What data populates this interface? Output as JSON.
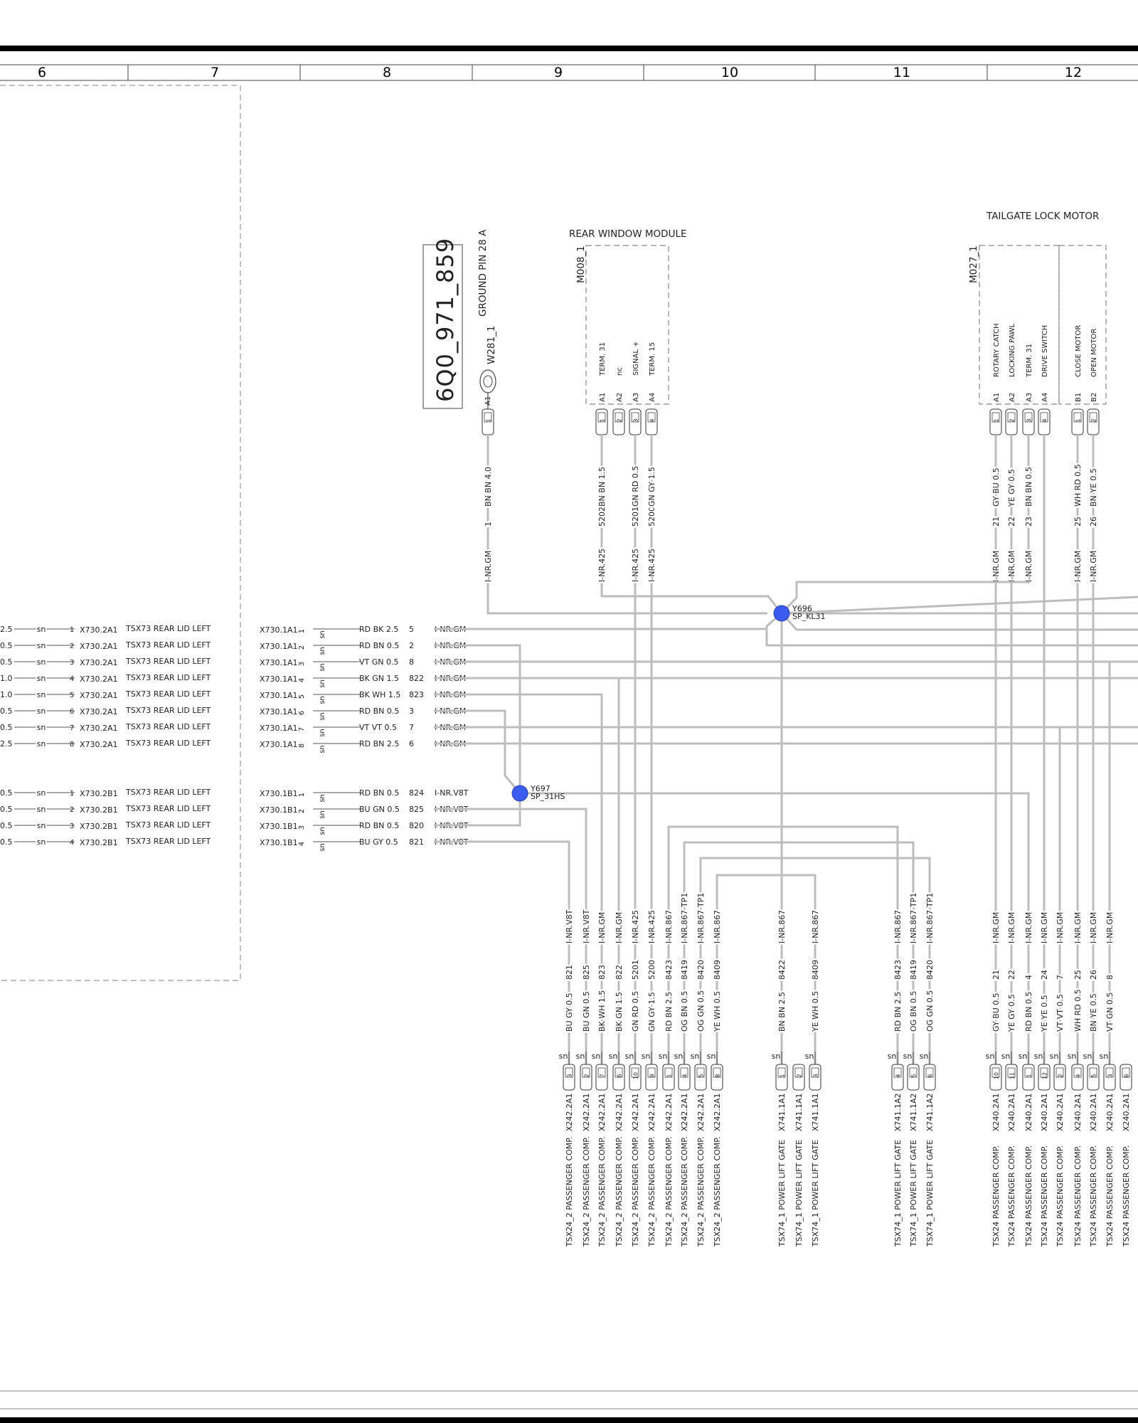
{
  "columns": [
    "6",
    "7",
    "8",
    "9",
    "10",
    "11",
    "12"
  ],
  "part_number": "6Q0_971_859",
  "ground": {
    "title": "GROUND PIN 28 A",
    "ref": "W281_1",
    "pin": "A1",
    "pin_num": "1",
    "wire": [
      "1",
      "BN BN 4.0"
    ],
    "net": "I-NR.GM"
  },
  "rear_window_module": {
    "title": "REAR WINDOW MODULE",
    "ref": "M008_1",
    "pins": [
      {
        "pin": "A1",
        "num": "1",
        "function": "TERM. 31",
        "wire": [
          "5202",
          "BN BN 1.5"
        ],
        "net": "I-NR.425"
      },
      {
        "pin": "A2",
        "num": "2",
        "function": "nc",
        "wire": null,
        "net": ""
      },
      {
        "pin": "A3",
        "num": "3",
        "function": "SIGNAL +",
        "wire": [
          "5201",
          "GN RD 0.5"
        ],
        "net": "I-NR.425"
      },
      {
        "pin": "A4",
        "num": "4",
        "function": "TERM. 15",
        "wire": [
          "5200",
          "GN GY 1.5"
        ],
        "net": "I-NR.425"
      }
    ]
  },
  "tailgate_lock_motor": {
    "title": "TAILGATE LOCK MOTOR",
    "ref": "M027_1",
    "pins": [
      {
        "pin": "A1",
        "num": "1",
        "function": "ROTARY CATCH",
        "wire": [
          "21",
          "GY BU 0.5"
        ],
        "net": "I-NR.GM"
      },
      {
        "pin": "A2",
        "num": "2",
        "function": "LOCKING PAWL",
        "wire": [
          "22",
          "YE GY 0.5"
        ],
        "net": "I-NR.GM"
      },
      {
        "pin": "A3",
        "num": "3",
        "function": "TERM. 31",
        "wire": [
          "23",
          "BN BN 0.5"
        ],
        "net": "I-NR.GM"
      },
      {
        "pin": "A4",
        "num": "4",
        "function": "DRIVE SWITCH",
        "wire": null,
        "net": ""
      },
      {
        "pin": "B1",
        "num": "1",
        "function": "CLOSE MOTOR",
        "wire": [
          "25",
          "WH RD 0.5"
        ],
        "net": "I-NR.GM"
      },
      {
        "pin": "B2",
        "num": "2",
        "function": "OPEN MOTOR",
        "wire": [
          "26",
          "BN YE 0.5"
        ],
        "net": "I-NR.GM"
      }
    ]
  },
  "splices": [
    {
      "ref": "Y696",
      "name": "SP_KL31",
      "color": "#3b5cf0"
    },
    {
      "ref": "Y697",
      "name": "SP_31HS",
      "color": "#3b5cf0"
    }
  ],
  "left_connectors": [
    {
      "size": "2.5",
      "sn": "sn",
      "num": "1",
      "conn": "X730.2A1",
      "desc": "TSX73 REAR LID LEFT"
    },
    {
      "size": "0.5",
      "sn": "sn",
      "num": "2",
      "conn": "X730.2A1",
      "desc": "TSX73 REAR LID LEFT"
    },
    {
      "size": "0.5",
      "sn": "sn",
      "num": "3",
      "conn": "X730.2A1",
      "desc": "TSX73 REAR LID LEFT"
    },
    {
      "size": "1.0",
      "sn": "sn",
      "num": "4",
      "conn": "X730.2A1",
      "desc": "TSX73 REAR LID LEFT"
    },
    {
      "size": "1.0",
      "sn": "sn",
      "num": "5",
      "conn": "X730.2A1",
      "desc": "TSX73 REAR LID LEFT"
    },
    {
      "size": "0.5",
      "sn": "sn",
      "num": "6",
      "conn": "X730.2A1",
      "desc": "TSX73 REAR LID LEFT"
    },
    {
      "size": "0.5",
      "sn": "sn",
      "num": "7",
      "conn": "X730.2A1",
      "desc": "TSX73 REAR LID LEFT"
    },
    {
      "size": "2.5",
      "sn": "sn",
      "num": "8",
      "conn": "X730.2A1",
      "desc": "TSX73 REAR LID LEFT"
    },
    {
      "size": "0.5",
      "sn": "sn",
      "num": "1",
      "conn": "X730.2B1",
      "desc": "TSX73 REAR LID LEFT"
    },
    {
      "size": "0.5",
      "sn": "sn",
      "num": "2",
      "conn": "X730.2B1",
      "desc": "TSX73 REAR LID LEFT"
    },
    {
      "size": "0.5",
      "sn": "sn",
      "num": "3",
      "conn": "X730.2B1",
      "desc": "TSX73 REAR LID LEFT"
    },
    {
      "size": "0.5",
      "sn": "sn",
      "num": "4",
      "conn": "X730.2B1",
      "desc": "TSX73 REAR LID LEFT"
    }
  ],
  "mid_connectors": [
    {
      "conn": "X730.1A1",
      "num": "1",
      "sn": "sn",
      "wire": "RD BK 2.5",
      "circuit": "5",
      "net": "I-NR.GM"
    },
    {
      "conn": "X730.1A1",
      "num": "2",
      "sn": "sn",
      "wire": "RD BN 0.5",
      "circuit": "2",
      "net": "I-NR.GM"
    },
    {
      "conn": "X730.1A1",
      "num": "3",
      "sn": "sn",
      "wire": "VT GN 0.5",
      "circuit": "8",
      "net": "I-NR.GM"
    },
    {
      "conn": "X730.1A1",
      "num": "4",
      "sn": "sn",
      "wire": "BK GN 1.5",
      "circuit": "822",
      "net": "I-NR.GM"
    },
    {
      "conn": "X730.1A1",
      "num": "5",
      "sn": "sn",
      "wire": "BK WH 1.5",
      "circuit": "823",
      "net": "I-NR.GM"
    },
    {
      "conn": "X730.1A1",
      "num": "6",
      "sn": "sn",
      "wire": "RD BN 0.5",
      "circuit": "3",
      "net": "I-NR.GM"
    },
    {
      "conn": "X730.1A1",
      "num": "7",
      "sn": "sn",
      "wire": "VT VT 0.5",
      "circuit": "7",
      "net": "I-NR.GM"
    },
    {
      "conn": "X730.1A1",
      "num": "8",
      "sn": "sn",
      "wire": "RD BN 2.5",
      "circuit": "6",
      "net": "I-NR.GM"
    },
    {
      "conn": "X730.1B1",
      "num": "1",
      "sn": "sn",
      "wire": "RD BN 0.5",
      "circuit": "824",
      "net": "I-NR.V8T"
    },
    {
      "conn": "X730.1B1",
      "num": "2",
      "sn": "sn",
      "wire": "BU GN 0.5",
      "circuit": "825",
      "net": "I-NR.V8T"
    },
    {
      "conn": "X730.1B1",
      "num": "3",
      "sn": "sn",
      "wire": "RD BN 0.5",
      "circuit": "820",
      "net": "I-NR.V8T"
    },
    {
      "conn": "X730.1B1",
      "num": "4",
      "sn": "sn",
      "wire": "BU GY 0.5",
      "circuit": "821",
      "net": "I-NR.V8T"
    }
  ],
  "bottom_pins": [
    {
      "wire": "BU GY 0.5",
      "circuit": "821",
      "net": "I-NR.V8T",
      "extra": "",
      "sn": "sn",
      "pin": "3",
      "conn": "X242.2A1",
      "desc": "TSX24_2 PASSENGER COMP."
    },
    {
      "wire": "BU GN 0.5",
      "circuit": "825",
      "net": "I-NR.V8T",
      "extra": "",
      "sn": "sn",
      "pin": "2",
      "conn": "X242.2A1",
      "desc": "TSX24_2 PASSENGER COMP."
    },
    {
      "wire": "BK WH 1.5",
      "circuit": "823",
      "net": "I-NR.GM",
      "extra": "",
      "sn": "sn",
      "pin": "7",
      "conn": "X242.2A1",
      "desc": "TSX24_2 PASSENGER COMP."
    },
    {
      "wire": "BK GN 1.5",
      "circuit": "822",
      "net": "I-NR.GM",
      "extra": "",
      "sn": "sn",
      "pin": "6",
      "conn": "X242.2A1",
      "desc": "TSX24_2 PASSENGER COMP."
    },
    {
      "wire": "GN RD 0.5",
      "circuit": "5201",
      "net": "I-NR.425",
      "extra": "",
      "sn": "sn",
      "pin": "10",
      "conn": "X242.2A1",
      "desc": "TSX24_2 PASSENGER COMP."
    },
    {
      "wire": "GN GY 1.5",
      "circuit": "5200",
      "net": "I-NR.425",
      "extra": "",
      "sn": "sn",
      "pin": "9",
      "conn": "X242.2A1",
      "desc": "TSX24_2 PASSENGER COMP."
    },
    {
      "wire": "RD BN 2.5",
      "circuit": "8423",
      "net": "I-NR.867",
      "extra": "",
      "sn": "sn",
      "pin": "1",
      "conn": "X242.2A1",
      "desc": "TSX24_2 PASSENGER COMP."
    },
    {
      "wire": "OG BN 0.5",
      "circuit": "8419",
      "net": "I-NR.867",
      "extra": "TP1",
      "sn": "sn",
      "pin": "4",
      "conn": "X242.2A1",
      "desc": "TSX24_2 PASSENGER COMP."
    },
    {
      "wire": "OG GN 0.5",
      "circuit": "8420",
      "net": "I-NR.867",
      "extra": "TP1",
      "sn": "sn",
      "pin": "5",
      "conn": "X242.2A1",
      "desc": "TSX24_2 PASSENGER COMP."
    },
    {
      "wire": "YE WH 0.5",
      "circuit": "8409",
      "net": "I-NR.867",
      "extra": "",
      "sn": "sn",
      "pin": "8",
      "conn": "X242.2A1",
      "desc": "TSX24_2 PASSENGER COMP."
    },
    {
      "wire": "BN BN 2.5",
      "circuit": "8422",
      "net": "I-NR.867",
      "extra": "",
      "sn": "sn",
      "pin": "1",
      "conn": "X741.1A1",
      "desc": "TSX74_1 POWER LIFT GATE"
    },
    {
      "wire": "",
      "circuit": "",
      "net": "",
      "extra": "",
      "sn": "",
      "pin": "2",
      "conn": "X741.1A1",
      "desc": "TSX74_1 POWER LIFT GATE"
    },
    {
      "wire": "YE WH 0.5",
      "circuit": "8409",
      "net": "I-NR.867",
      "extra": "",
      "sn": "sn",
      "pin": "3",
      "conn": "X741.1A1",
      "desc": "TSX74_1 POWER LIFT GATE"
    },
    {
      "wire": "RD BN 2.5",
      "circuit": "8423",
      "net": "I-NR.867",
      "extra": "",
      "sn": "sn",
      "pin": "4",
      "conn": "X741.1A2",
      "desc": "TSX74_1 POWER LIFT GATE"
    },
    {
      "wire": "OG BN 0.5",
      "circuit": "8419",
      "net": "I-NR.867",
      "extra": "TP1",
      "sn": "sn",
      "pin": "5",
      "conn": "X741.1A2",
      "desc": "TSX74_1 POWER LIFT GATE"
    },
    {
      "wire": "OG GN 0.5",
      "circuit": "8420",
      "net": "I-NR.867",
      "extra": "TP1",
      "sn": "sn",
      "pin": "6",
      "conn": "X741.1A2",
      "desc": "TSX74_1 POWER LIFT GATE"
    },
    {
      "wire": "GY BU 0.5",
      "circuit": "21",
      "net": "I-NR.GM",
      "extra": "",
      "sn": "sn",
      "pin": "10",
      "conn": "X240.2A1",
      "desc": "TSX24 PASSENGER COMP."
    },
    {
      "wire": "YE GY 0.5",
      "circuit": "22",
      "net": "I-NR.GM",
      "extra": "",
      "sn": "sn",
      "pin": "11",
      "conn": "X240.2A1",
      "desc": "TSX24 PASSENGER COMP."
    },
    {
      "wire": "RD BN 0.5",
      "circuit": "4",
      "net": "I-NR.GM",
      "extra": "",
      "sn": "sn",
      "pin": "1",
      "conn": "X240.2A1",
      "desc": "TSX24 PASSENGER COMP."
    },
    {
      "wire": "YE YE 0.5",
      "circuit": "24",
      "net": "I-NR.GM",
      "extra": "",
      "sn": "sn",
      "pin": "12",
      "conn": "X240.2A1",
      "desc": "TSX24 PASSENGER COMP."
    },
    {
      "wire": "VT VT 0.5",
      "circuit": "7",
      "net": "I-NR.GM",
      "extra": "",
      "sn": "sn",
      "pin": "2",
      "conn": "X240.2A1",
      "desc": "TSX24 PASSENGER COMP."
    },
    {
      "wire": "WH RD 0.5",
      "circuit": "25",
      "net": "I-NR.GM",
      "extra": "",
      "sn": "sn",
      "pin": "4",
      "conn": "X240.2A1",
      "desc": "TSX24 PASSENGER COMP."
    },
    {
      "wire": "BN YE 0.5",
      "circuit": "26",
      "net": "I-NR.GM",
      "extra": "",
      "sn": "sn",
      "pin": "5",
      "conn": "X240.2A1",
      "desc": "TSX24 PASSENGER COMP."
    },
    {
      "wire": "VT GN 0.5",
      "circuit": "8",
      "net": "I-NR.GM",
      "extra": "",
      "sn": "sn",
      "pin": "3",
      "conn": "X240.2A1",
      "desc": "TSX24 PASSENGER COMP."
    },
    {
      "wire": "",
      "circuit": "",
      "net": "",
      "extra": "",
      "sn": "",
      "pin": "6",
      "conn": "X240.2A1",
      "desc": "TSX24 PASSENGER COMP."
    }
  ]
}
